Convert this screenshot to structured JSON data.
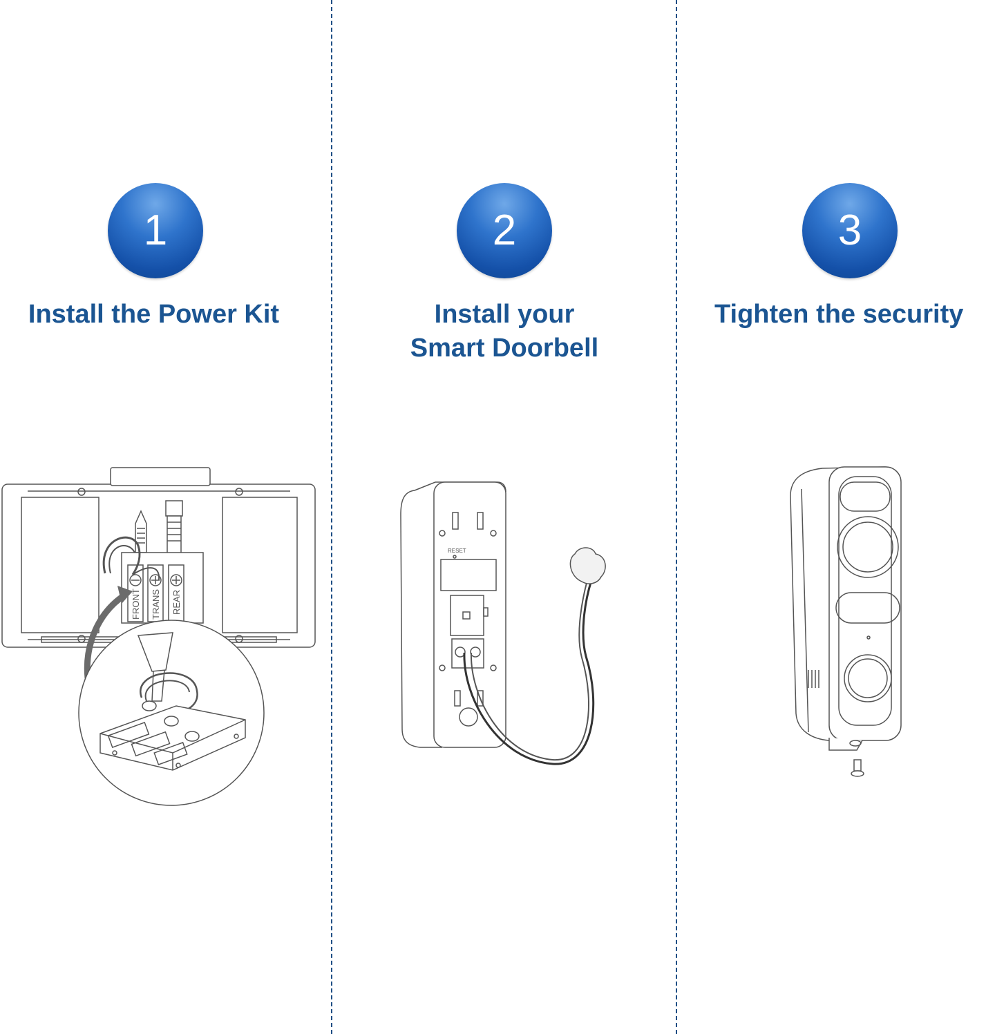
{
  "steps": [
    {
      "number": "1",
      "title": "Install the Power Kit"
    },
    {
      "number": "2",
      "title_line1": "Install your",
      "title_line2": "Smart Doorbell"
    },
    {
      "number": "3",
      "title": "Tighten the security"
    }
  ],
  "terminal_labels": {
    "front": "FRONT",
    "trans": "TRANS",
    "rear": "REAR"
  },
  "doorbell_reset_label": "RESET",
  "colors": {
    "accent": "#1b5592",
    "circle_blue": "#1450a8",
    "divider": "#1f4f85",
    "line_art": "#555555"
  }
}
